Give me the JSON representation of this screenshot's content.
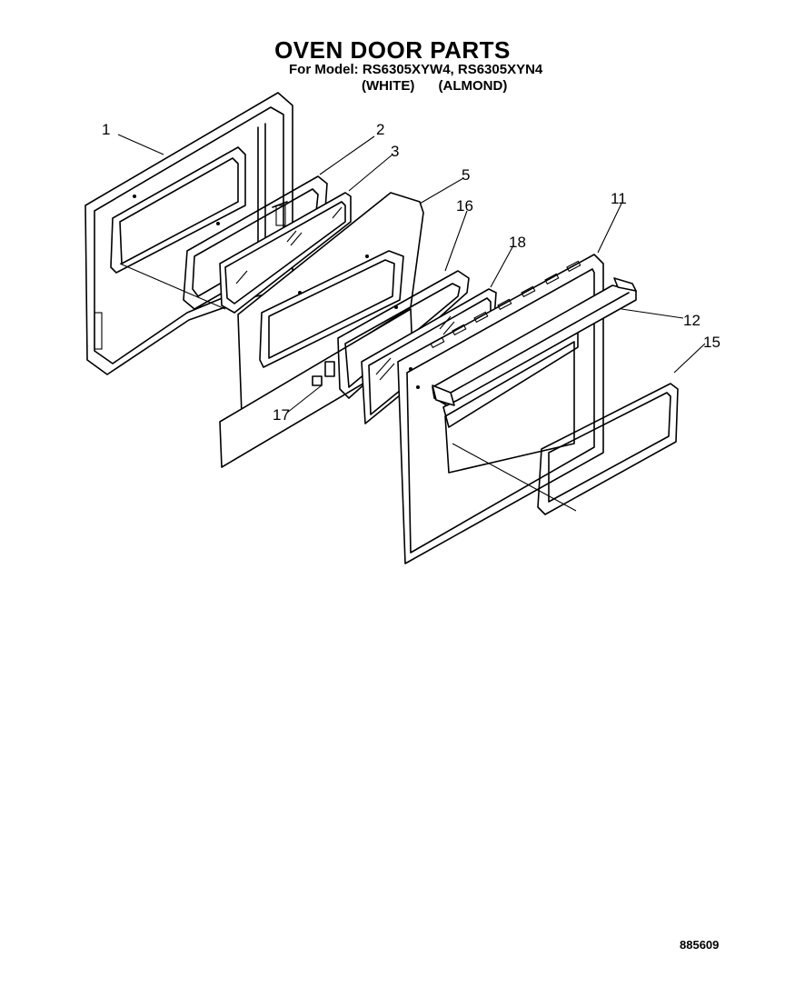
{
  "header": {
    "title": "OVEN DOOR PARTS",
    "model_line": "For Model: RS6305XYW4, RS6305XYN4",
    "variants": [
      "(WHITE)",
      "(ALMOND)"
    ]
  },
  "callouts": {
    "c1": "1",
    "c2": "2",
    "c3": "3",
    "c5": "5",
    "c16": "16",
    "c17": "17",
    "c18": "18",
    "c11": "11",
    "c12": "12",
    "c15": "15"
  },
  "figure_number": "885609"
}
